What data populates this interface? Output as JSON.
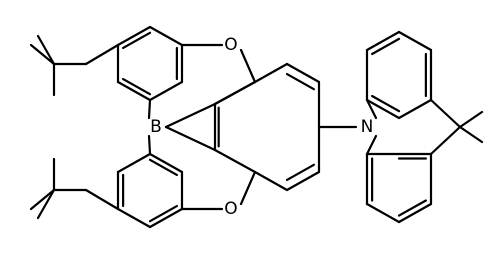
{
  "structure": {
    "atoms": {
      "boron": "B",
      "oxygen_top": "O",
      "oxygen_bottom": "O",
      "nitrogen": "N"
    },
    "colors": {
      "bond": "#000000",
      "label": "#000000",
      "background": "#ffffff"
    }
  }
}
